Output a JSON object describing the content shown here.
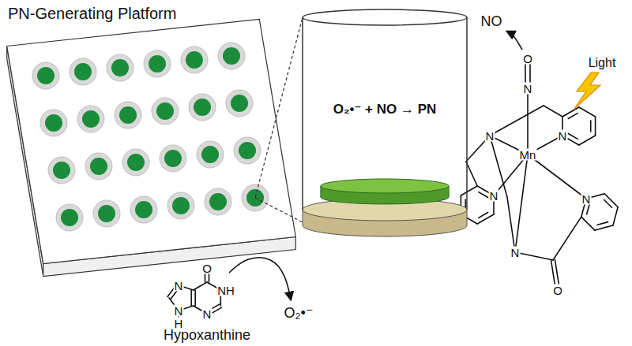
{
  "diagram": {
    "title": "PN-Generating Platform",
    "nodes": [
      {
        "text": [
          "O₂•⁻ + NO → PN"
        ]
      }
    ],
    "labels": [
      "NO",
      "Light",
      "O",
      "N",
      "N",
      "N",
      "Mn",
      "N",
      "N",
      "N",
      "O",
      "O",
      "N",
      "NH",
      "N",
      "N",
      "H",
      "Hypoxanthine",
      "O₂•⁻"
    ]
  }
}
